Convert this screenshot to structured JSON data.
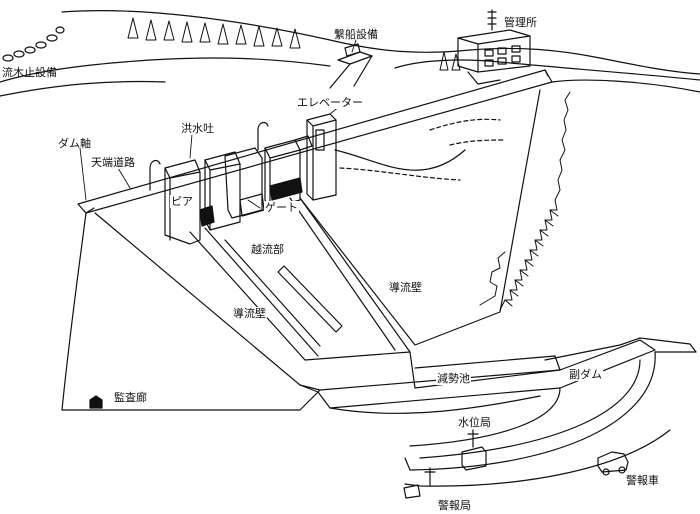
{
  "labels": {
    "debris_barrier": "流木止設備",
    "mooring": "繋船設備",
    "office": "管理所",
    "elevator": "エレベーター",
    "spillway": "洪水吐",
    "dam_axis": "ダム軸",
    "crest_road": "天端道路",
    "pier": "ピア",
    "gate": "ゲート",
    "overflow": "越流部",
    "training_wall_left": "導流壁",
    "training_wall_right": "導流壁",
    "stilling_basin": "減勢池",
    "sub_dam": "副ダム",
    "gallery": "監査廊",
    "gauging_station": "水位局",
    "alarm_station": "警報局",
    "alarm_vehicle": "警報車"
  },
  "colors": {
    "line": "#111111",
    "paper": "#ffffff"
  }
}
